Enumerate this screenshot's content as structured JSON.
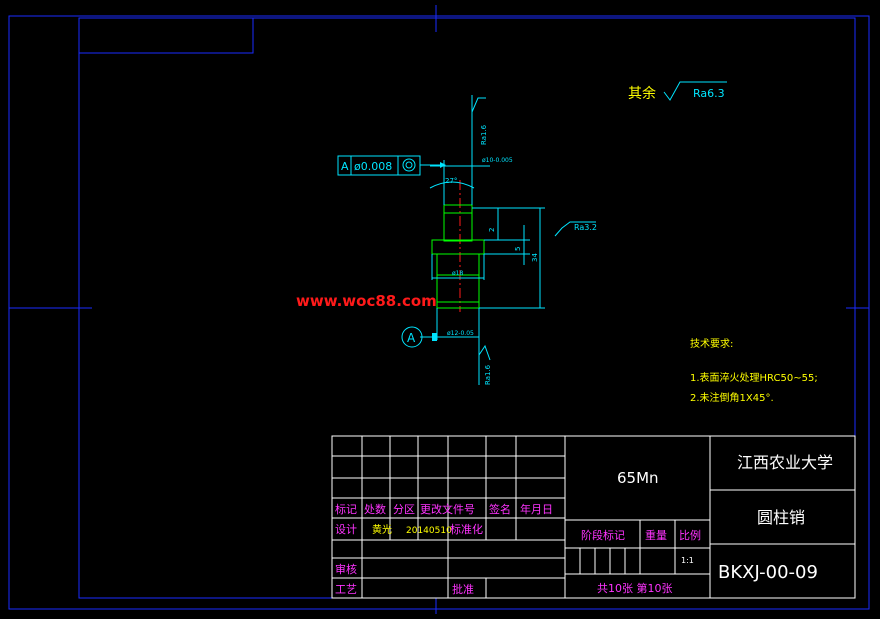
{
  "colors": {
    "frame": "#1a2bff",
    "tableLine": "#ffffff",
    "magenta": "#ff33ff",
    "yellow": "#ffff00",
    "cyan": "#00e5ff",
    "green": "#00ff00",
    "red": "#ff1a1a",
    "white": "#ffffff"
  },
  "roughness": {
    "prefix": "其余",
    "value": "Ra6.3",
    "side_value": "Ra3.2"
  },
  "tolerance_frame": {
    "datum_ref": "A",
    "value": "ø0.008",
    "symbol": "concentricity"
  },
  "datum_label": "A",
  "dimensions": {
    "top_dia": "ø10-0.005",
    "top_dia_rough": "Ra1.6",
    "angle": "27°",
    "height_small": "2",
    "height_mid": "5",
    "height_total": "34",
    "collar_dia": "ø18",
    "bottom_dia": "ø12-0.05",
    "bottom_rough": "Ra1.6"
  },
  "watermark": "www.woc88.com",
  "tech_requirements": {
    "title": "技术要求:",
    "items": [
      "1.表面淬火处理HRC50~55;",
      "2.未注倒角1X45°."
    ]
  },
  "title_block": {
    "material": "65Mn",
    "school": "江西农业大学",
    "part_name": "圆柱销",
    "drawing_no": "BKXJ-00-09",
    "headers": [
      "标记",
      "处数",
      "分区",
      "更改文件号",
      "签名",
      "年月日"
    ],
    "design_label": "设计",
    "designer": "黄光",
    "date": "20140510",
    "standard_label": "标准化",
    "stage_label": "阶段标记",
    "weight_label": "重量",
    "scale_label": "比例",
    "scale_value": "1:1",
    "review_label": "审核",
    "process_label": "工艺",
    "approve_label": "批准",
    "sheets": "共10张  第10张"
  }
}
